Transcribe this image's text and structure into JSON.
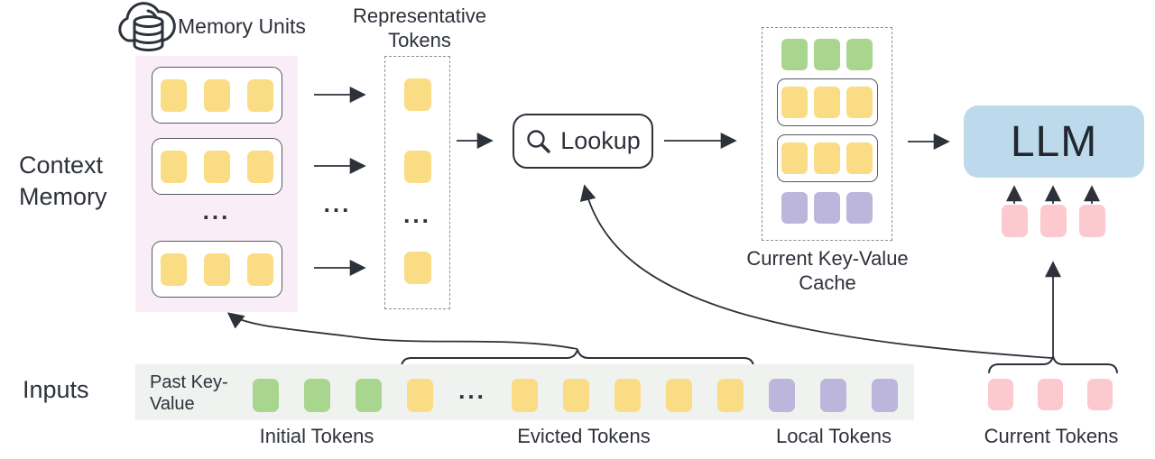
{
  "labels": {
    "context_memory": "Context Memory",
    "memory_units": "Memory Units",
    "representative_tokens": "Representative Tokens",
    "lookup": "Lookup",
    "current_kv_cache": "Current Key-Value Cache",
    "llm": "LLM",
    "inputs": "Inputs",
    "past_key_value": "Past Key-Value",
    "initial_tokens": "Initial Tokens",
    "evicted_tokens": "Evicted Tokens",
    "local_tokens": "Local Tokens",
    "current_tokens": "Current Tokens",
    "ellipsis": "..."
  },
  "colors": {
    "stroke_dark": "#2d313a",
    "token_yellow": "#fadc85",
    "token_green": "#a8d68f",
    "token_purple": "#bcb6dd",
    "token_pink": "#fbc9ce",
    "llm_blue": "#bdd9ec",
    "memory_panel_pink": "#f9edf7",
    "input_strip_gray": "#f0f2ef",
    "dashed_border_gray": "#8f8f8f"
  },
  "tokens": {
    "memory_rows": [
      {
        "color": "yellow",
        "tokens": 3
      },
      {
        "color": "yellow",
        "tokens": 3
      },
      {
        "dots": true
      },
      {
        "color": "yellow",
        "tokens": 3
      }
    ],
    "representative_rows": [
      {
        "color": "yellow",
        "tokens": 1
      },
      {
        "color": "yellow",
        "tokens": 1
      },
      {
        "dots": true
      },
      {
        "color": "yellow",
        "tokens": 1
      }
    ],
    "cache_rows": [
      {
        "color": "green",
        "boxed": false,
        "count": 3
      },
      {
        "color": "yellow",
        "boxed": true,
        "count": 3
      },
      {
        "color": "yellow",
        "boxed": true,
        "count": 3
      },
      {
        "color": "purple",
        "boxed": false,
        "count": 3
      }
    ],
    "llm_inputs": {
      "color": "pink",
      "count": 3
    },
    "input_strip_segments": [
      {
        "color": "green",
        "count": 3
      },
      {
        "color": "yellow",
        "count": 1
      },
      {
        "dots": true
      },
      {
        "color": "yellow",
        "count": 5
      },
      {
        "color": "purple",
        "count": 3
      }
    ],
    "current_tokens": {
      "color": "pink",
      "count": 3
    }
  }
}
